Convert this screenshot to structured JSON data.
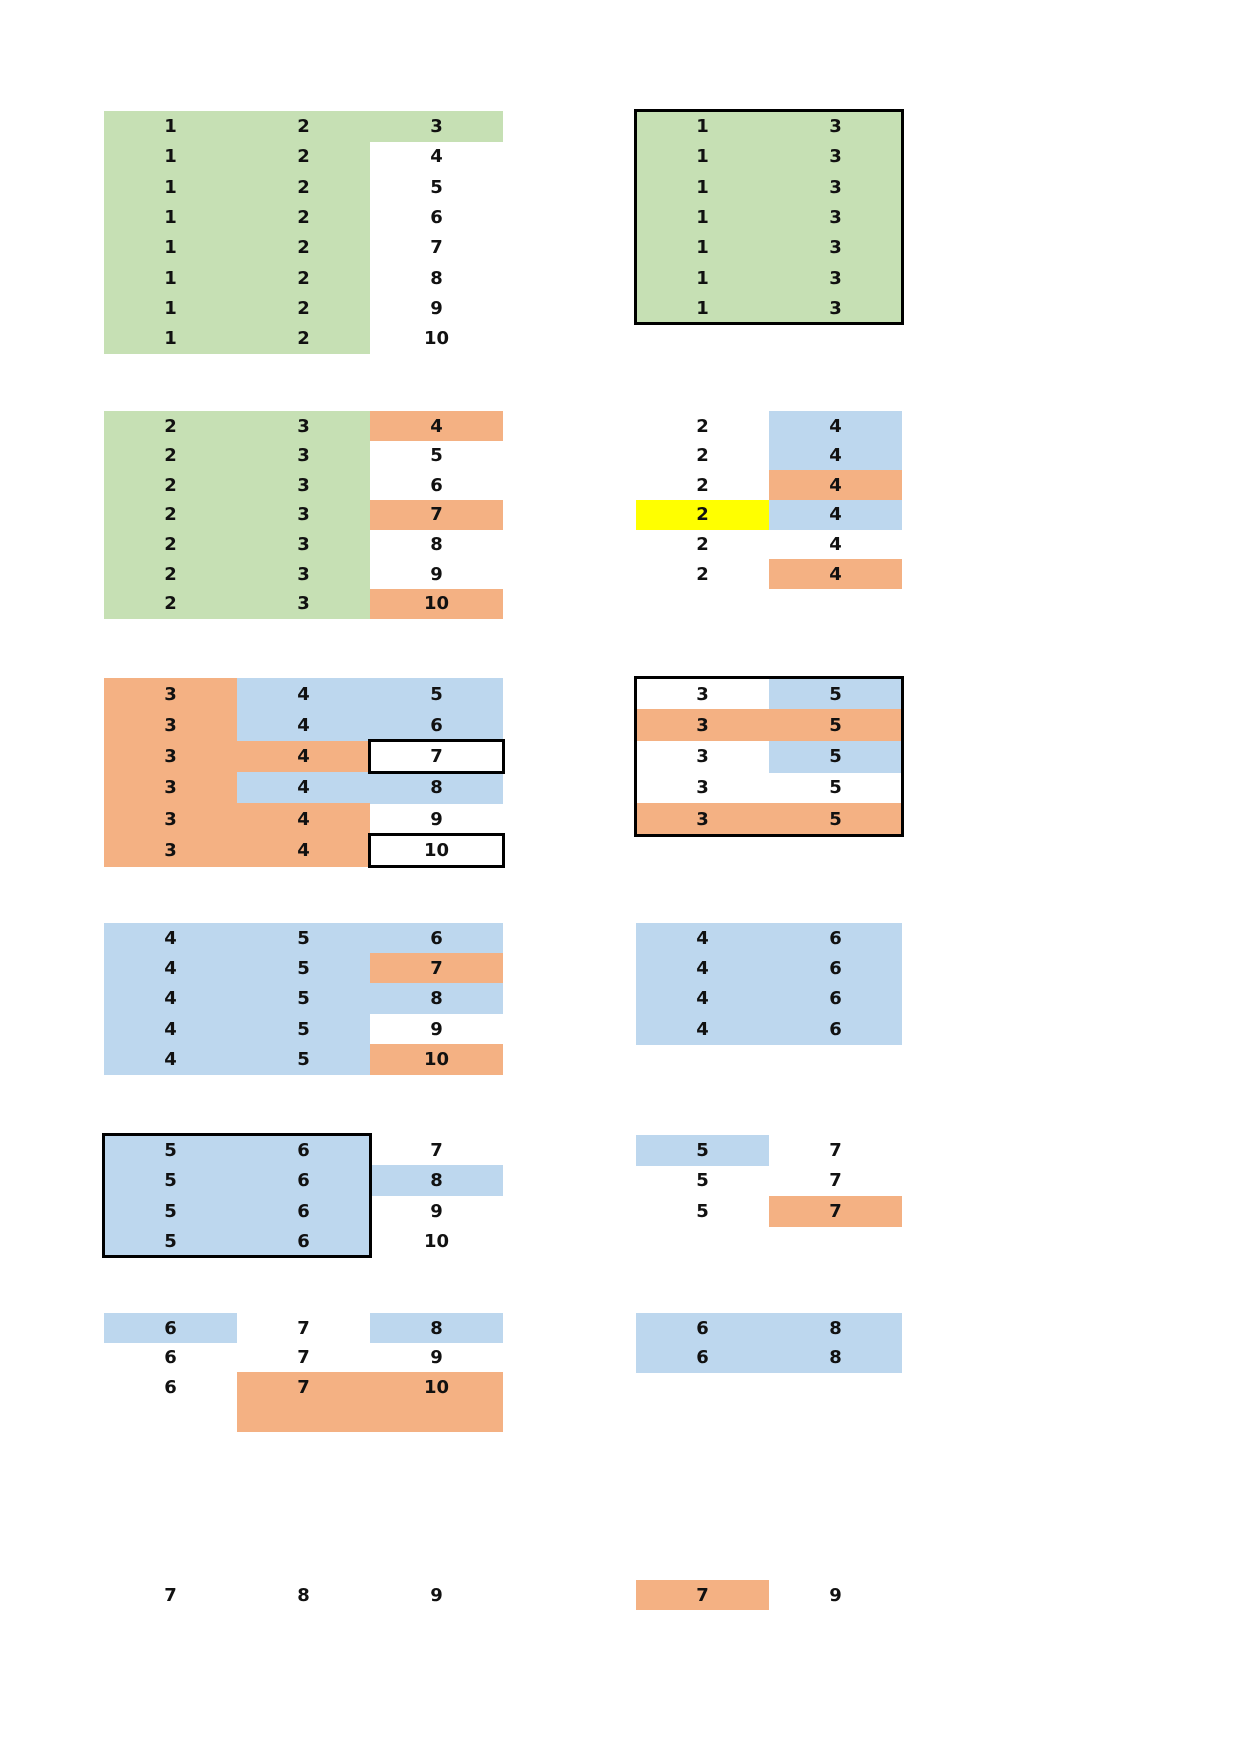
{
  "colors": {
    "green": "#c6e0b4",
    "blue": "#bdd7ee",
    "orange": "#f4b183",
    "yellow": "#ffff00",
    "none": ""
  },
  "blocks": [
    {
      "left": {
        "cols": [
          {
            "v": [
              "1",
              "1",
              "1",
              "1",
              "1",
              "1",
              "1",
              "1"
            ],
            "c": [
              "green",
              "green",
              "green",
              "green",
              "green",
              "green",
              "green",
              "green"
            ]
          },
          {
            "v": [
              "2",
              "2",
              "2",
              "2",
              "2",
              "2",
              "2",
              "2"
            ],
            "c": [
              "green",
              "green",
              "green",
              "green",
              "green",
              "green",
              "green",
              "green"
            ]
          },
          {
            "v": [
              "3",
              "4",
              "5",
              "6",
              "7",
              "8",
              "9",
              "10"
            ],
            "c": [
              "green",
              "none",
              "none",
              "none",
              "none",
              "none",
              "none",
              "none"
            ]
          }
        ]
      },
      "right": {
        "cols": [
          {
            "v": [
              "1",
              "1",
              "1",
              "1",
              "1",
              "1",
              "1"
            ],
            "c": [
              "green",
              "green",
              "green",
              "green",
              "green",
              "green",
              "green"
            ]
          },
          {
            "v": [
              "3",
              "3",
              "3",
              "3",
              "3",
              "3",
              "3"
            ],
            "c": [
              "green",
              "green",
              "green",
              "green",
              "green",
              "green",
              "green"
            ]
          }
        ]
      }
    },
    {
      "left": {
        "cols": [
          {
            "v": [
              "2",
              "2",
              "2",
              "2",
              "2",
              "2",
              "2"
            ],
            "c": [
              "green",
              "green",
              "green",
              "green",
              "green",
              "green",
              "green"
            ]
          },
          {
            "v": [
              "3",
              "3",
              "3",
              "3",
              "3",
              "3",
              "3"
            ],
            "c": [
              "green",
              "green",
              "green",
              "green",
              "green",
              "green",
              "green"
            ]
          },
          {
            "v": [
              "4",
              "5",
              "6",
              "7",
              "8",
              "9",
              "10"
            ],
            "c": [
              "orange",
              "none",
              "none",
              "orange",
              "none",
              "none",
              "orange"
            ]
          }
        ]
      },
      "right": {
        "cols": [
          {
            "v": [
              "2",
              "2",
              "2",
              "2",
              "2",
              "2"
            ],
            "c": [
              "none",
              "none",
              "none",
              "yellow",
              "none",
              "none"
            ]
          },
          {
            "v": [
              "4",
              "4",
              "4",
              "4",
              "4",
              "4"
            ],
            "c": [
              "blue",
              "blue",
              "orange",
              "blue",
              "none",
              "orange"
            ]
          }
        ]
      }
    },
    {
      "left": {
        "cols": [
          {
            "v": [
              "3",
              "3",
              "3",
              "3",
              "3",
              "3"
            ],
            "c": [
              "orange",
              "orange",
              "orange",
              "orange",
              "orange",
              "orange"
            ]
          },
          {
            "v": [
              "4",
              "4",
              "4",
              "4",
              "4",
              "4"
            ],
            "c": [
              "blue",
              "blue",
              "orange",
              "blue",
              "orange",
              "orange"
            ]
          },
          {
            "v": [
              "5",
              "6",
              "7",
              "8",
              "9",
              "10"
            ],
            "c": [
              "blue",
              "blue",
              "none",
              "blue",
              "none",
              "none"
            ]
          }
        ]
      },
      "right": {
        "cols": [
          {
            "v": [
              "3",
              "3",
              "3",
              "3",
              "3"
            ],
            "c": [
              "none",
              "orange",
              "none",
              "none",
              "orange"
            ]
          },
          {
            "v": [
              "5",
              "5",
              "5",
              "5",
              "5"
            ],
            "c": [
              "blue",
              "orange",
              "blue",
              "none",
              "orange"
            ]
          }
        ]
      }
    },
    {
      "left": {
        "cols": [
          {
            "v": [
              "4",
              "4",
              "4",
              "4",
              "4"
            ],
            "c": [
              "blue",
              "blue",
              "blue",
              "blue",
              "blue"
            ]
          },
          {
            "v": [
              "5",
              "5",
              "5",
              "5",
              "5"
            ],
            "c": [
              "blue",
              "blue",
              "blue",
              "blue",
              "blue"
            ]
          },
          {
            "v": [
              "6",
              "7",
              "8",
              "9",
              "10"
            ],
            "c": [
              "blue",
              "orange",
              "blue",
              "none",
              "orange"
            ]
          }
        ]
      },
      "right": {
        "cols": [
          {
            "v": [
              "4",
              "4",
              "4",
              "4"
            ],
            "c": [
              "blue",
              "blue",
              "blue",
              "blue"
            ]
          },
          {
            "v": [
              "6",
              "6",
              "6",
              "6"
            ],
            "c": [
              "blue",
              "blue",
              "blue",
              "blue"
            ]
          }
        ]
      }
    },
    {
      "left": {
        "cols": [
          {
            "v": [
              "5",
              "5",
              "5",
              "5"
            ],
            "c": [
              "blue",
              "blue",
              "blue",
              "blue"
            ]
          },
          {
            "v": [
              "6",
              "6",
              "6",
              "6"
            ],
            "c": [
              "blue",
              "blue",
              "blue",
              "blue"
            ]
          },
          {
            "v": [
              "7",
              "8",
              "9",
              "10"
            ],
            "c": [
              "none",
              "blue",
              "none",
              "none"
            ]
          }
        ]
      },
      "right": {
        "cols": [
          {
            "v": [
              "5",
              "5",
              "5"
            ],
            "c": [
              "blue",
              "none",
              "none"
            ]
          },
          {
            "v": [
              "7",
              "7",
              "7"
            ],
            "c": [
              "none",
              "none",
              "orange"
            ]
          }
        ]
      }
    },
    {
      "left": {
        "cols": [
          {
            "v": [
              "6",
              "6",
              "6"
            ],
            "c": [
              "blue",
              "none",
              "none"
            ]
          },
          {
            "v": [
              "7",
              "7",
              "7"
            ],
            "c": [
              "none",
              "none",
              "orange"
            ]
          },
          {
            "v": [
              "8",
              "9",
              "10"
            ],
            "c": [
              "blue",
              "none",
              "orange"
            ]
          }
        ]
      },
      "right": {
        "cols": [
          {
            "v": [
              "6",
              "6"
            ],
            "c": [
              "blue",
              "blue"
            ]
          },
          {
            "v": [
              "8",
              "8"
            ],
            "c": [
              "blue",
              "blue"
            ]
          }
        ]
      }
    },
    {
      "left": {
        "cols": [
          {
            "v": [
              "7"
            ],
            "c": [
              "none"
            ]
          },
          {
            "v": [
              "8"
            ],
            "c": [
              "none"
            ]
          },
          {
            "v": [
              "9"
            ],
            "c": [
              "none"
            ]
          }
        ]
      },
      "right": {
        "cols": [
          {
            "v": [
              "7"
            ],
            "c": [
              "orange"
            ]
          },
          {
            "v": [
              "9"
            ],
            "c": [
              "none"
            ]
          }
        ]
      }
    }
  ]
}
